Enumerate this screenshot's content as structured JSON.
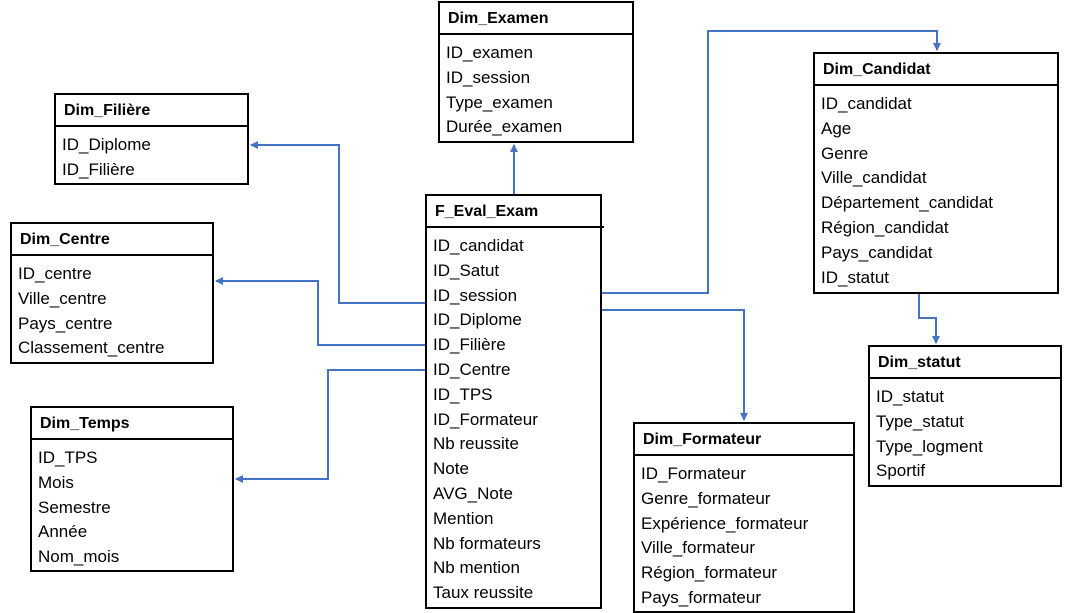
{
  "colors": {
    "border": "#000000",
    "connector": "#4472C4",
    "background": "#ffffff"
  },
  "entities": {
    "examen": {
      "title": "Dim_Examen",
      "fields": [
        "ID_examen",
        "ID_session",
        "Type_examen",
        "Durée_examen"
      ]
    },
    "filiere": {
      "title": "Dim_Filière",
      "fields": [
        "ID_Diplome",
        "ID_Filière"
      ]
    },
    "centre": {
      "title": "Dim_Centre",
      "fields": [
        "ID_centre",
        "Ville_centre",
        "Pays_centre",
        "Classement_centre"
      ]
    },
    "temps": {
      "title": "Dim_Temps",
      "fields": [
        "ID_TPS",
        "Mois",
        "Semestre",
        "Année",
        "Nom_mois"
      ]
    },
    "fact": {
      "title": "F_Eval_Exam",
      "fields": [
        "ID_candidat",
        "ID_Satut",
        "ID_session",
        "ID_Diplome",
        "ID_Filière",
        "ID_Centre",
        "ID_TPS",
        "ID_Formateur",
        "Nb reussite",
        "Note",
        "AVG_Note",
        "Mention",
        "Nb formateurs",
        "Nb mention",
        "Taux reussite"
      ]
    },
    "candidat": {
      "title": "Dim_Candidat",
      "fields": [
        "ID_candidat",
        "Age",
        "Genre",
        "Ville_candidat",
        "Département_candidat",
        "Région_candidat",
        "Pays_candidat",
        "ID_statut"
      ]
    },
    "statut": {
      "title": "Dim_statut",
      "fields": [
        "ID_statut",
        "Type_statut",
        "Type_logment",
        "Sportif"
      ]
    },
    "formateur": {
      "title": "Dim_Formateur",
      "fields": [
        "ID_Formateur",
        "Genre_formateur",
        "Expérience_formateur",
        "Ville_formateur",
        "Région_formateur",
        "Pays_formateur"
      ]
    }
  }
}
